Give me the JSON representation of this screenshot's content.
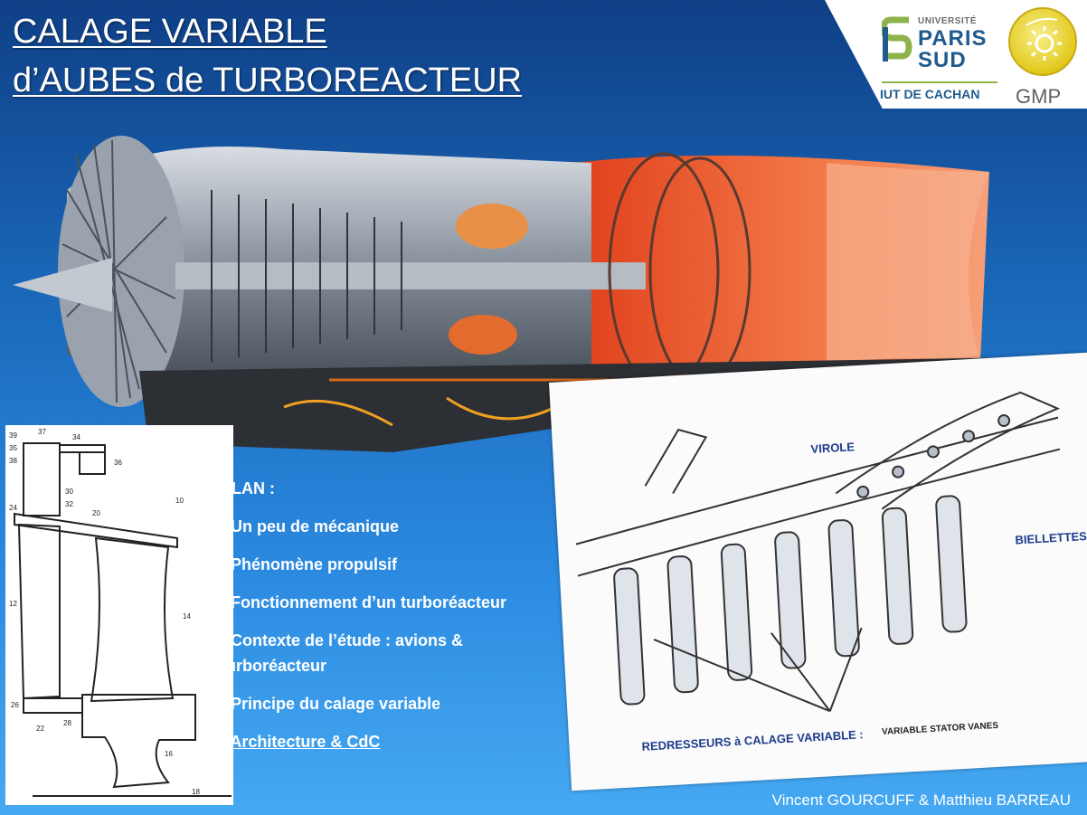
{
  "title": {
    "line1": "CALAGE VARIABLE",
    "line2": "d’AUBES de TURBOREACTEUR"
  },
  "logos": {
    "university_top": "UNIVERSITÉ",
    "university_name_1": "PARIS",
    "university_name_2": "SUD",
    "department": "IUT DE CACHAN",
    "lab": "GMP",
    "university_color": "#1f5b8e",
    "accent_green": "#8db34a",
    "gmp_yellow": "#e3c91d"
  },
  "plan": {
    "heading": "PLAN :",
    "items": [
      "- Un peu de mécanique",
      "- Phénomène propulsif",
      "- Fonctionnement d’un turboréacteur",
      "- Contexte de l’étude : avions & turboréacteur",
      "- Principe du calage variable",
      "- Architecture & CdC"
    ]
  },
  "vanes_figure": {
    "label_virole": "VIROLE",
    "label_biellettes": "BIELLETTES",
    "caption_bold": "REDRESSEURS à CALAGE VARIABLE :",
    "caption_rest": "VARIABLE STATOR VANES"
  },
  "patent_figure": {
    "numbers": [
      "39",
      "37",
      "34",
      "35",
      "38",
      "36",
      "30",
      "32",
      "24",
      "20",
      "10",
      "12",
      "14",
      "26",
      "22",
      "28",
      "16",
      "18"
    ]
  },
  "footer": "Vincent GOURCUFF & Matthieu BARREAU",
  "colors": {
    "background_top": "#0f3f86",
    "background_bottom": "#46a9f2",
    "afterburner_orange": "#f0673a"
  }
}
